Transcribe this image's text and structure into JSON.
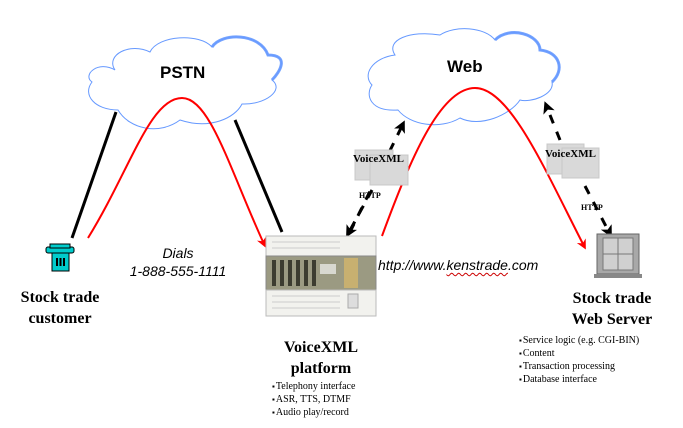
{
  "clouds": {
    "pstn": {
      "label": "PSTN"
    },
    "web": {
      "label": "Web"
    }
  },
  "colors": {
    "cloud_outline": "#6699ff",
    "voice_path": "#ff0000",
    "link": "#000000",
    "doc_box": "#d9d9d9",
    "phone": "#00cccc"
  },
  "customer": {
    "title_line1": "Stock trade",
    "title_line2": "customer",
    "icon": "telephone-icon"
  },
  "dial": {
    "line1": "Dials",
    "line2": "1-888-555-1111"
  },
  "platform": {
    "title_line1": "VoiceXML",
    "title_line2": "platform",
    "icon": "server-rack-icon",
    "features": [
      "Telephony interface",
      "ASR, TTS, DTMF",
      "Audio play/record"
    ]
  },
  "url": {
    "prefix": "http://www.",
    "domain": "kenstrade",
    "suffix": ".com"
  },
  "web_server": {
    "title_line1": "Stock trade",
    "title_line2": "Web Server",
    "icon": "web-server-icon",
    "features": [
      "Service logic (e.g. CGI-BIN)",
      "Content",
      "Transaction processing",
      "Database interface"
    ]
  },
  "links": {
    "left_doc": "VoiceXML",
    "left_protocol": "HTTP",
    "right_doc": "VoiceXML",
    "right_protocol": "HTTP"
  }
}
